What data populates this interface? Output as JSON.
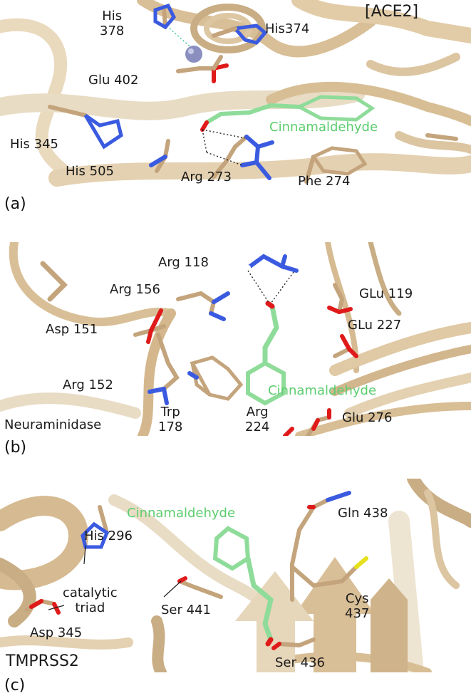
{
  "panels": [
    {
      "letter": "(a)",
      "protein": "[ACE2]",
      "ligand": "Cinnamaldehyde",
      "residues": {
        "his378_l1": "His",
        "his378_l2": "378",
        "his374": "His374",
        "glu402": "Glu 402",
        "his345": "His 345",
        "his505": "His 505",
        "arg273": "Arg 273",
        "phe274": "Phe 274"
      }
    },
    {
      "letter": "(b)",
      "protein": "Neuraminidase",
      "ligand": "Cinnamaldehyde",
      "residues": {
        "arg118": "Arg 118",
        "arg156": "Arg 156",
        "glu119": "GLu 119",
        "asp151": "Asp 151",
        "glu227": "GLu 227",
        "arg152": "Arg 152",
        "trp178_l1": "Trp",
        "trp178_l2": "178",
        "arg224_l1": "Arg",
        "arg224_l2": "224",
        "glu276": "Glu 276"
      }
    },
    {
      "letter": "(c)",
      "protein": "TMPRSS2",
      "ligand": "Cinnamaldehyde",
      "residues": {
        "gln438": "Gln 438",
        "his296": "His 296",
        "triad_l1": "catalytic",
        "triad_l2": "triad",
        "ser441": "Ser 441",
        "cys437_l1": "Cys",
        "cys437_l2": "437",
        "asp345": "Asp 345",
        "ser436": "Ser 436"
      }
    }
  ],
  "colors": {
    "ribbon": "#d9bf97",
    "ribbon_dark": "#b79d76",
    "carbon": "#c4a47c",
    "nitrogen": "#3a5ae0",
    "oxygen": "#e01a1a",
    "sulfur": "#e6e01a",
    "ligand": "#8fdc9a",
    "ligand_text": "#5ccd6e",
    "zinc": "#8a8fc0"
  }
}
